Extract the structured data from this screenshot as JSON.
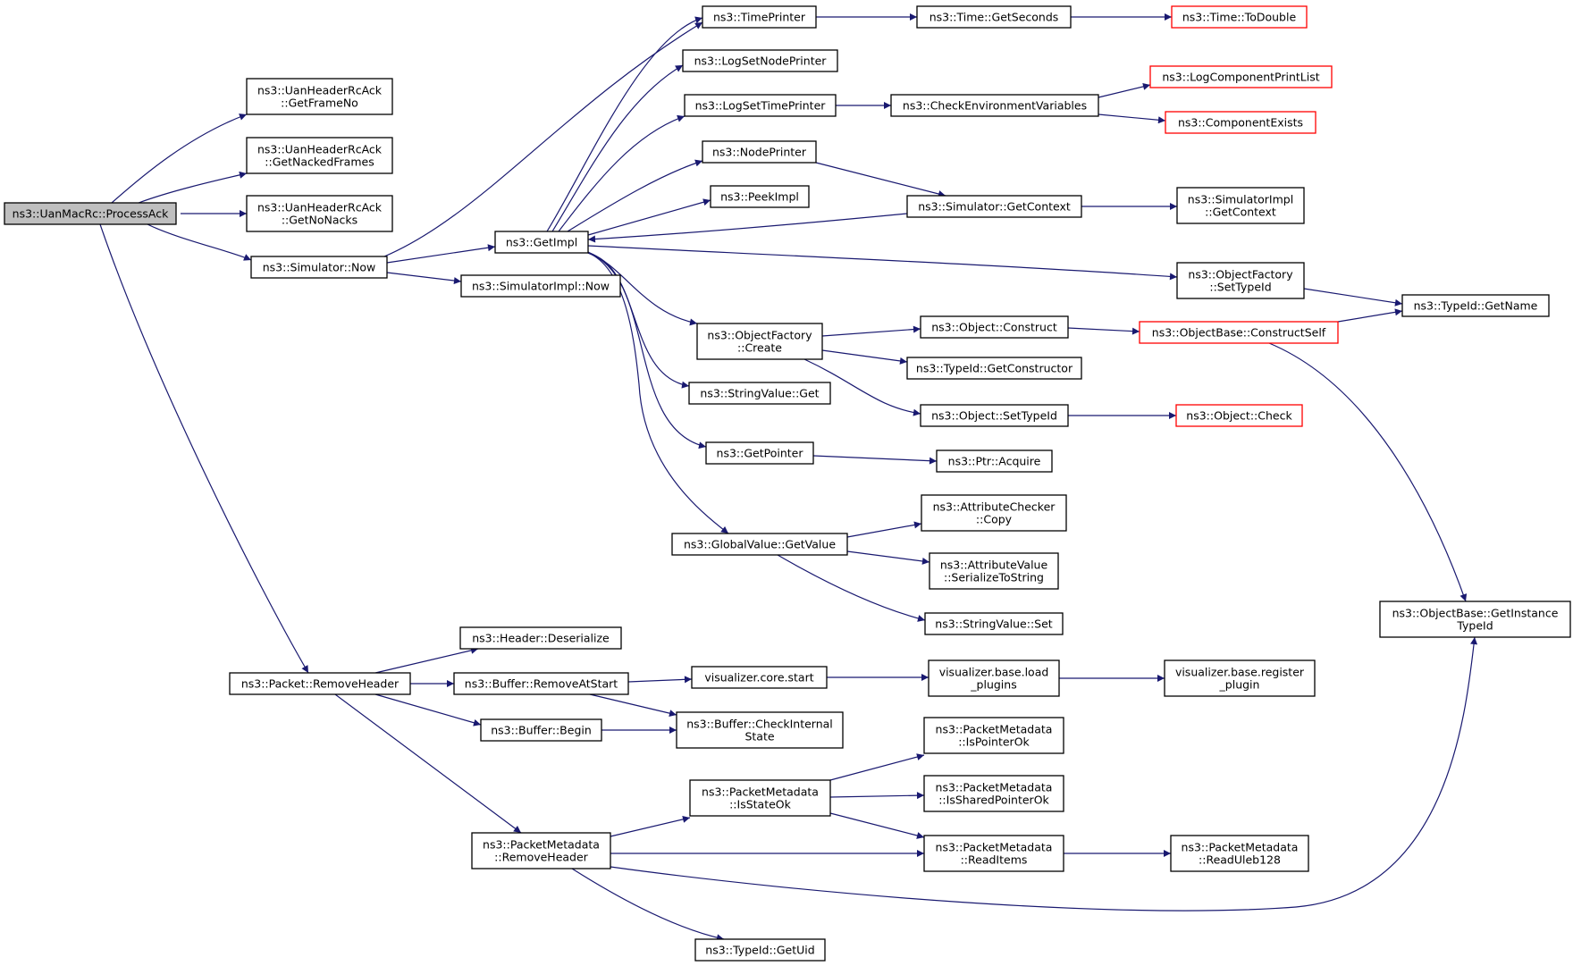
{
  "diagram": {
    "type": "call-graph",
    "colors": {
      "edge": "#191970",
      "border": "#000000",
      "external_border": "#ff0000",
      "root_fill": "#bfbfbf"
    },
    "nodes": [
      {
        "id": "processack",
        "lines": [
          "ns3::UanMacRc::ProcessAck"
        ],
        "style": "root"
      },
      {
        "id": "getframeno",
        "lines": [
          "ns3::UanHeaderRcAck",
          "::GetFrameNo"
        ]
      },
      {
        "id": "getnackedframes",
        "lines": [
          "ns3::UanHeaderRcAck",
          "::GetNackedFrames"
        ]
      },
      {
        "id": "getnonacks",
        "lines": [
          "ns3::UanHeaderRcAck",
          "::GetNoNacks"
        ]
      },
      {
        "id": "simnow",
        "lines": [
          "ns3::Simulator::Now"
        ]
      },
      {
        "id": "removeheader",
        "lines": [
          "ns3::Packet::RemoveHeader"
        ]
      },
      {
        "id": "timeprinter",
        "lines": [
          "ns3::TimePrinter"
        ]
      },
      {
        "id": "logsetnodeprinter",
        "lines": [
          "ns3::LogSetNodePrinter"
        ]
      },
      {
        "id": "logsettimeprinter",
        "lines": [
          "ns3::LogSetTimePrinter"
        ]
      },
      {
        "id": "nodeprinter",
        "lines": [
          "ns3::NodePrinter"
        ]
      },
      {
        "id": "peekimpl",
        "lines": [
          "ns3::PeekImpl"
        ]
      },
      {
        "id": "getimpl",
        "lines": [
          "ns3::GetImpl"
        ]
      },
      {
        "id": "simimplnow",
        "lines": [
          "ns3::SimulatorImpl::Now"
        ]
      },
      {
        "id": "ofcreate",
        "lines": [
          "ns3::ObjectFactory",
          "::Create"
        ]
      },
      {
        "id": "stringvalueget",
        "lines": [
          "ns3::StringValue::Get"
        ]
      },
      {
        "id": "getpointer",
        "lines": [
          "ns3::GetPointer"
        ]
      },
      {
        "id": "gvgetvalue",
        "lines": [
          "ns3::GlobalValue::GetValue"
        ]
      },
      {
        "id": "timegetseconds",
        "lines": [
          "ns3::Time::GetSeconds"
        ]
      },
      {
        "id": "timetodouble",
        "lines": [
          "ns3::Time::ToDouble"
        ],
        "style": "ext"
      },
      {
        "id": "checkenv",
        "lines": [
          "ns3::CheckEnvironmentVariables"
        ]
      },
      {
        "id": "logcompprintlist",
        "lines": [
          "ns3::LogComponentPrintList"
        ],
        "style": "ext"
      },
      {
        "id": "componentexists",
        "lines": [
          "ns3::ComponentExists"
        ],
        "style": "ext"
      },
      {
        "id": "simgetcontext",
        "lines": [
          "ns3::Simulator::GetContext"
        ]
      },
      {
        "id": "simimplgetcontext",
        "lines": [
          "ns3::SimulatorImpl",
          "::GetContext"
        ]
      },
      {
        "id": "ofsettypeid",
        "lines": [
          "ns3::ObjectFactory",
          "::SetTypeId"
        ]
      },
      {
        "id": "typeidgetname",
        "lines": [
          "ns3::TypeId::GetName"
        ]
      },
      {
        "id": "objconstruct",
        "lines": [
          "ns3::Object::Construct"
        ]
      },
      {
        "id": "objbaseconstructself",
        "lines": [
          "ns3::ObjectBase::ConstructSelf"
        ],
        "style": "ext"
      },
      {
        "id": "typeidgetconstructor",
        "lines": [
          "ns3::TypeId::GetConstructor"
        ]
      },
      {
        "id": "objsettypeid",
        "lines": [
          "ns3::Object::SetTypeId"
        ]
      },
      {
        "id": "objcheck",
        "lines": [
          "ns3::Object::Check"
        ],
        "style": "ext"
      },
      {
        "id": "ptracquire",
        "lines": [
          "ns3::Ptr::Acquire"
        ]
      },
      {
        "id": "attrcheckercopy",
        "lines": [
          "ns3::AttributeChecker",
          "::Copy"
        ]
      },
      {
        "id": "attrvalueserialize",
        "lines": [
          "ns3::AttributeValue",
          "::SerializeToString"
        ]
      },
      {
        "id": "stringvalueset",
        "lines": [
          "ns3::StringValue::Set"
        ]
      },
      {
        "id": "getinstancetypeid",
        "lines": [
          "ns3::ObjectBase::GetInstance",
          "TypeId"
        ]
      },
      {
        "id": "headerdeserialize",
        "lines": [
          "ns3::Header::Deserialize"
        ]
      },
      {
        "id": "bufferremoveatstart",
        "lines": [
          "ns3::Buffer::RemoveAtStart"
        ]
      },
      {
        "id": "bufferbegin",
        "lines": [
          "ns3::Buffer::Begin"
        ]
      },
      {
        "id": "pmremoveheader",
        "lines": [
          "ns3::PacketMetadata",
          "::RemoveHeader"
        ]
      },
      {
        "id": "viscorestart",
        "lines": [
          "visualizer.core.start"
        ]
      },
      {
        "id": "visbaseload",
        "lines": [
          "visualizer.base.load",
          "_plugins"
        ]
      },
      {
        "id": "visbaseregister",
        "lines": [
          "visualizer.base.register",
          "_plugin"
        ]
      },
      {
        "id": "buffercheckinternal",
        "lines": [
          "ns3::Buffer::CheckInternal",
          "State"
        ]
      },
      {
        "id": "pmisstateok",
        "lines": [
          "ns3::PacketMetadata",
          "::IsStateOk"
        ]
      },
      {
        "id": "pmispointerok",
        "lines": [
          "ns3::PacketMetadata",
          "::IsPointerOk"
        ]
      },
      {
        "id": "pmissharedpointerok",
        "lines": [
          "ns3::PacketMetadata",
          "::IsSharedPointerOk"
        ]
      },
      {
        "id": "pmreaditems",
        "lines": [
          "ns3::PacketMetadata",
          "::ReadItems"
        ]
      },
      {
        "id": "pmreaduleb",
        "lines": [
          "ns3::PacketMetadata",
          "::ReadUleb128"
        ]
      },
      {
        "id": "typeidgetuid",
        "lines": [
          "ns3::TypeId::GetUid"
        ]
      }
    ]
  }
}
